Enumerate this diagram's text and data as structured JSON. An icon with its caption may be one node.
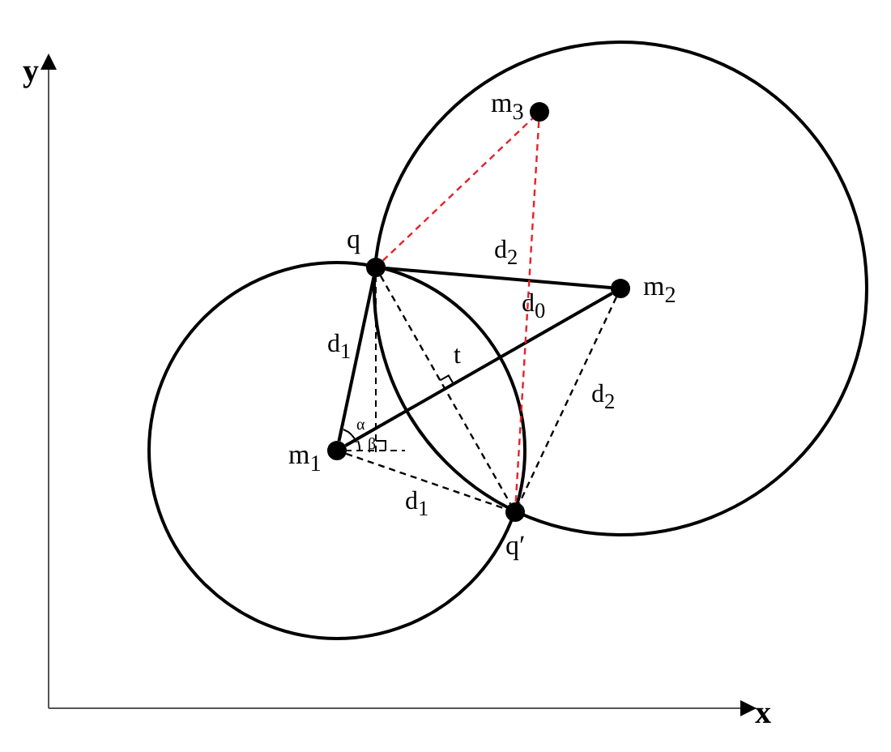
{
  "diagram": {
    "nodes": [
      {
        "text": [
          "m$_{3}$"
        ]
      },
      {
        "text": [
          "q"
        ]
      },
      {
        "text": [
          "m$_{2}$"
        ]
      },
      {
        "text": [
          "m$_{1}$"
        ]
      },
      {
        "text": [
          "q′"
        ]
      }
    ],
    "edges": [
      {
        "from": 1,
        "to": 3,
        "arrow": "none",
        "label": "d$_{1}$"
      },
      {
        "from": 1,
        "to": 2,
        "arrow": "none",
        "label": "d$_{2}$"
      },
      {
        "from": 3,
        "to": 2,
        "arrow": "none",
        "label": "d$_{0}$"
      },
      {
        "from": 3,
        "to": 4,
        "arrow": "none",
        "style": "dashed",
        "label": "d$_{1}$"
      },
      {
        "from": 2,
        "to": 4,
        "arrow": "none",
        "style": "dashed",
        "label": "d$_{2}$"
      },
      {
        "from": 1,
        "to": 4,
        "arrow": "none",
        "style": "dashed"
      },
      {
        "from": 1,
        "to": 0,
        "arrow": "none",
        "style": "dashed",
        "color": "#e8202a"
      },
      {
        "from": 0,
        "to": 4,
        "arrow": "none",
        "style": "dashed",
        "color": "#e8202a"
      }
    ],
    "labels": [
      "y",
      "t",
      "α",
      "β",
      "x"
    ]
  }
}
